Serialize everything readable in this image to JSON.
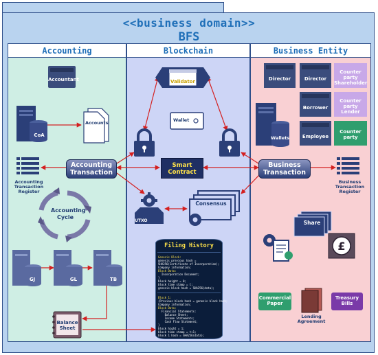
{
  "title": {
    "stereotype": "<<business domain>>",
    "name": "BFS"
  },
  "lanes": [
    {
      "header": "Accounting"
    },
    {
      "header": "Blockchain"
    },
    {
      "header": "Business Entity"
    }
  ],
  "accounting": {
    "accountant": "Accountant",
    "coa": "CoA",
    "accounts": "Accounts",
    "register": "Accounting Transaction Register",
    "transaction": "Accounting Transaction",
    "cycle": "Accounting Cycle",
    "gj": "GJ",
    "gl": "GL",
    "tb": "TB",
    "balance_sheet": "Balance Sheet"
  },
  "blockchain": {
    "validator": "Validator",
    "wallet": "Wallet",
    "smart_contract": "Smart Contract",
    "utxo": "UTXO",
    "consensus": "Consensus",
    "filing_history": "Filing History",
    "genesis_block_lines": [
      "Genesis Block:",
      "genesis previous hash =",
      "SHA256(Certificate of Incorporation);",
      "Company information;",
      "Block Data:",
      "  Incorporation Document;",
      "}",
      "block height = 0;",
      "block time stamp = t;",
      "genesis block hash = SHA256(data);"
    ],
    "block1_lines": [
      "Block 1:",
      "{Previous block hash = genesis block hash;",
      "Company information;",
      "Block Data:",
      "  Financial Statements:",
      "    Balance Sheet;",
      "    Income Statements;",
      "    Cash Flow Statement;",
      "}",
      "block hight = 1;",
      "block time stamp = t+1;",
      "block 1 hash = SHA256(data);"
    ]
  },
  "business": {
    "director_1": "Director",
    "director_2": "Director",
    "counterparty_shareholder": "Counter party Shareholder",
    "wallets": "Wallets",
    "borrower": "Borrower",
    "counterparty_lender": "Counter party Lender",
    "employee": "Employee",
    "counterparty": "Counter party",
    "transaction": "Business Transaction",
    "register": "Business Transaction Register",
    "share": "Share",
    "commercial_paper": "Commercial Paper",
    "lending_agreement": "Lending Agreement",
    "treasury_bills": "Treasury Bills"
  },
  "colors": {
    "accounting_bg": "#cfeee4",
    "blockchain_bg": "#cdd5f6",
    "business_bg": "#f9d0d3",
    "arrow": "#d42020",
    "node_dark": "#2b3f78",
    "smart_contract_text": "#ffe34a"
  }
}
